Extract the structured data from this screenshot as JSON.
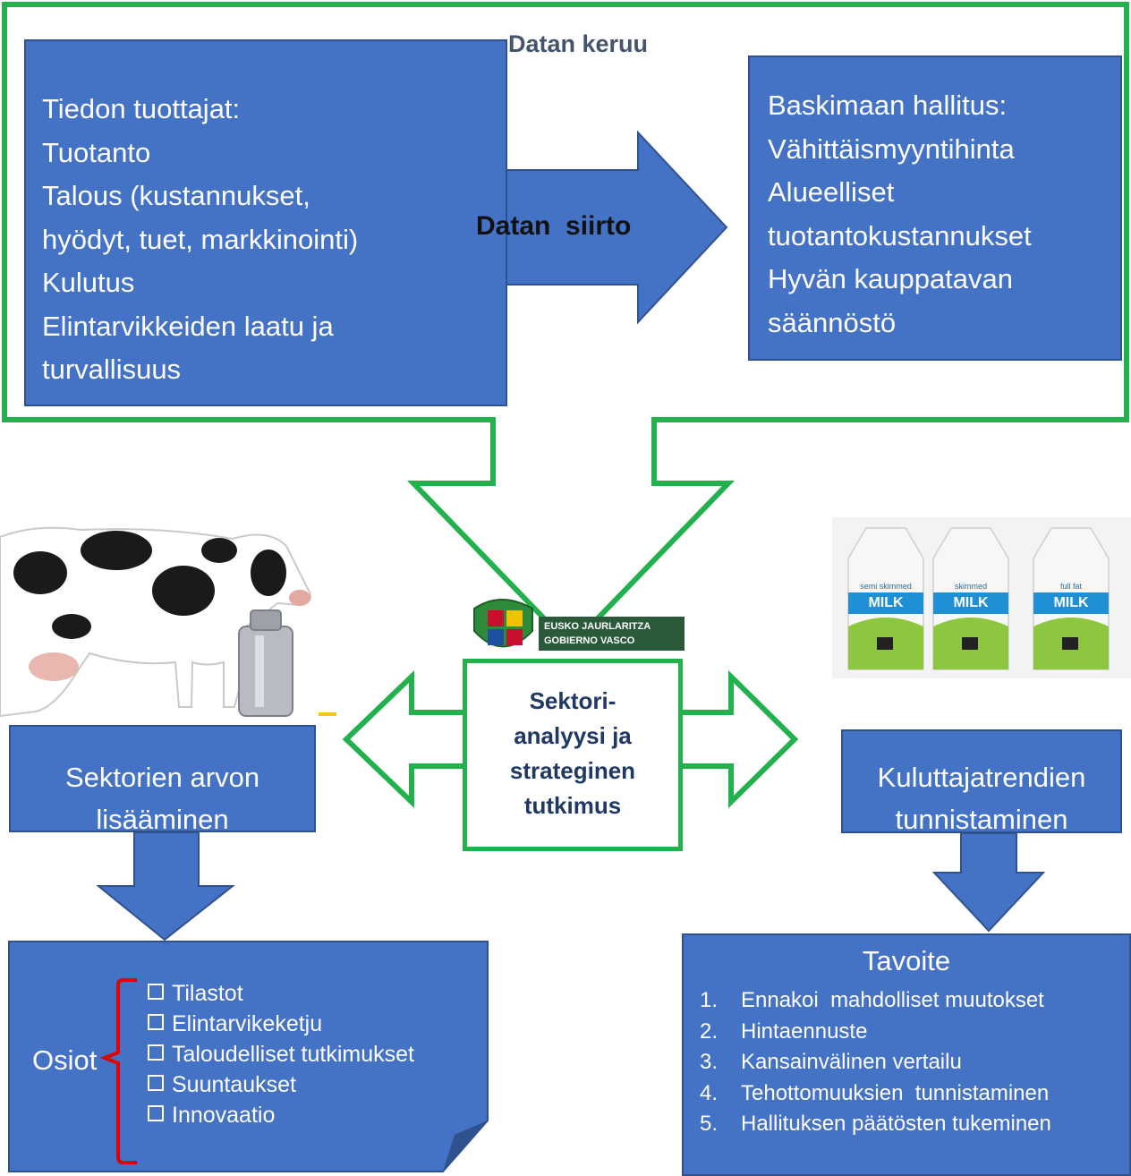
{
  "data_collection": {
    "title": "Datan keruu"
  },
  "producers": {
    "lines": [
      "Tiedon tuottajat:",
      "Tuotanto",
      "Talous (kustannukset,",
      "hyödyt, tuet, markkinointi)",
      "Kulutus",
      "Elintarvikkeiden laatu ja",
      "turvallisuus"
    ]
  },
  "transfer": {
    "label": "Datan  siirto"
  },
  "government": {
    "lines": [
      "Baskimaan hallitus:",
      "Vähittäismyyntihinta",
      "Alueelliset",
      "tuotantokustannukset",
      "Hyvän kauppatavan",
      "säännöstö"
    ]
  },
  "analysis": {
    "lines": [
      "Sektori-",
      "analyysi ja",
      "strateginen",
      "tutkimus"
    ]
  },
  "value_adding": {
    "lines": [
      "Sektorien arvon",
      "lisääminen"
    ]
  },
  "consumer_trends": {
    "lines": [
      "Kuluttajatrendien",
      "tunnistaminen"
    ]
  },
  "sections": {
    "label": "Osiot",
    "items": [
      "Tilastot",
      "Elintarvikeketju",
      "Taloudelliset tutkimukset",
      "Suuntaukset",
      "Innovaatio"
    ]
  },
  "goal": {
    "title": "Tavoite",
    "items": [
      {
        "num": "1.",
        "text": "Ennakoi  mahdolliset muutokset"
      },
      {
        "num": "2.",
        "text": "Hintaennuste"
      },
      {
        "num": "3.",
        "text": "Kansainvälinen vertailu"
      },
      {
        "num": "4.",
        "text": "Tehottomuuksien  tunnistaminen"
      },
      {
        "num": "5.",
        "text": "Hallituksen päätösten tukeminen"
      }
    ]
  },
  "logo": {
    "line1": "EUSKO JAURLARITZA",
    "line2": "GOBIERNO VASCO"
  },
  "cartons": [
    {
      "top": "semi skimmed",
      "label": "MILK"
    },
    {
      "top": "skimmed",
      "label": "MILK"
    },
    {
      "top": "full fat",
      "label": "MILK"
    }
  ],
  "colors": {
    "box_blue": "#4472c4",
    "green_frame": "#22b14c",
    "title_gray": "#44546a",
    "bracket_red": "#e00000"
  }
}
